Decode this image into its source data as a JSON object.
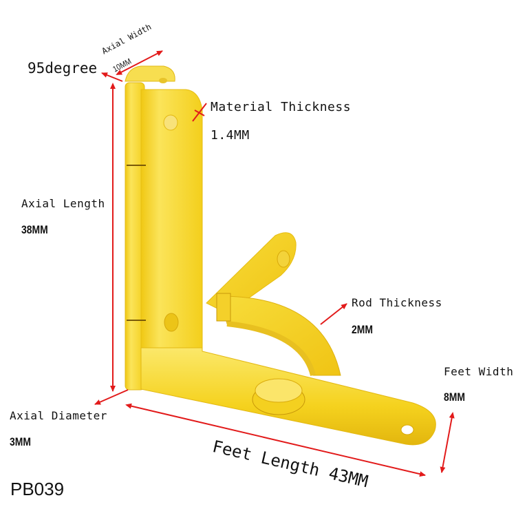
{
  "product": {
    "code": "PB039",
    "colors": {
      "gold": "#F5D21E",
      "gold_light": "#FBE86A",
      "gold_dark": "#D9A90A",
      "arrow_red": "#E21A1A",
      "text": "#111111",
      "background": "#FFFFFF"
    }
  },
  "annotations": {
    "axial_width": {
      "label": "Axial Width",
      "value": "10MM"
    },
    "angle": {
      "value": "95degree"
    },
    "material_thickness": {
      "label": "Material Thickness",
      "value": "1.4MM"
    },
    "axial_length": {
      "label": "Axial Length",
      "value": "38MM"
    },
    "rod_thickness": {
      "label": "Rod Thickness",
      "value": "2MM"
    },
    "feet_width": {
      "label": "Feet Width",
      "value": "8MM"
    },
    "axial_diameter": {
      "label": "Axial Diameter",
      "value": "3MM"
    },
    "feet_length": {
      "label": "Feet Length 43MM"
    }
  }
}
